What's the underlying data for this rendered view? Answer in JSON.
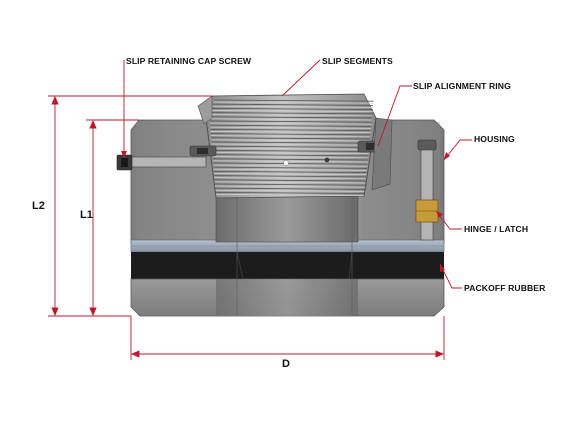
{
  "labels": {
    "slip_retaining_cap_screw": "SLIP RETAINING CAP SCREW",
    "slip_segments": "SLIP SEGMENTS",
    "slip_alignment_ring": "SLIP ALIGNMENT RING",
    "housing": "HOUSING",
    "hinge_latch": "HINGE / LATCH",
    "packoff_rubber": "PACKOFF RUBBER"
  },
  "dimensions": {
    "l2": "L2",
    "l1": "L1",
    "d": "D"
  },
  "colors": {
    "leader": "#c0182a",
    "housing": "#8e8e8e",
    "housing_dark": "#6f6f6f",
    "slips": "#a9a9a9",
    "packoff": "#1c1c1c",
    "steel_band": "#9aa6b4",
    "latch": "#c79a3a"
  }
}
